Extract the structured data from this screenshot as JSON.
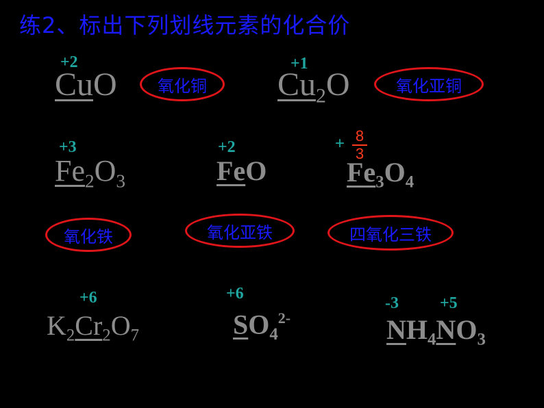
{
  "slide": {
    "title": "练2、标出下列划线元素的化合价",
    "background": "#000000",
    "colors": {
      "title": "#1a1aff",
      "formula": "#8c8c8c",
      "valence": "#1fa6a0",
      "fraction": "#ff3b1f",
      "ellipse": "#e0151a"
    }
  },
  "items": {
    "cuo": {
      "valence": "+2",
      "el": "Cu",
      "rest": "O",
      "name": "氧化铜"
    },
    "cu2o": {
      "valence": "+1",
      "el": "Cu",
      "sub": "2",
      "rest": "O",
      "name": "氧化亚铜"
    },
    "fe2o3": {
      "valence": "+3",
      "el": "Fe",
      "sub1": "2",
      "o": "O",
      "sub2": "3",
      "name": "氧化铁"
    },
    "feo": {
      "valence": "+2",
      "el": "Fe",
      "rest": "O",
      "name": "氧化亚铁"
    },
    "fe3o4": {
      "sign": "+",
      "num": "8",
      "den": "3",
      "el": "Fe",
      "sub1": "3",
      "o": "O",
      "sub2": "4",
      "name": "四氧化三铁"
    },
    "k2cr2o7": {
      "valence": "+6",
      "k": "K",
      "sub1": "2",
      "el": "Cr",
      "sub2": "2",
      "o": "O",
      "sub3": "7"
    },
    "so4": {
      "valence": "+6",
      "el": "S",
      "o": "O",
      "sub": "4",
      "charge": "2-"
    },
    "nh4no3": {
      "valence1": "-3",
      "valence2": "+5",
      "n1": "N",
      "h": "H",
      "sub1": "4",
      "n2": "N",
      "o": "O",
      "sub2": "3"
    }
  }
}
